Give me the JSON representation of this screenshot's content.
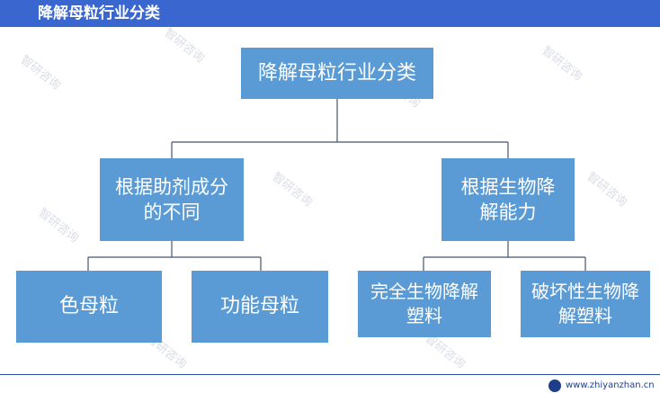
{
  "header": {
    "title": "降解母粒行业分类"
  },
  "diagram": {
    "root": "降解母粒行业分类",
    "branch_left": "根据助剂成分的不同",
    "branch_right": "根据生物降解能力",
    "leaf_1": "色母粒",
    "leaf_2": "功能母粒",
    "leaf_3": "完全生物降解塑料",
    "leaf_4": "破坏性生物降解塑料"
  },
  "footer": {
    "url": "www.zhiyanzhan.cn"
  },
  "colors": {
    "header": "#3a66cf",
    "box": "#5b9bd5",
    "line": "#44546a"
  }
}
